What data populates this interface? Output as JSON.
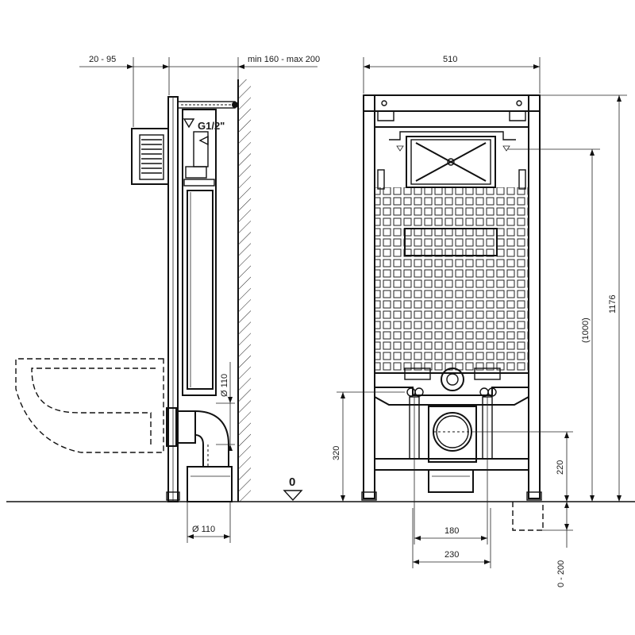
{
  "side_view": {
    "offset_range": "20 - 95",
    "wall_distance": "min 160 - max 200",
    "water_inlet": "G1/2\"",
    "pipe_diameter_vertical": "Ø 110",
    "pipe_diameter_bottom": "Ø 110"
  },
  "front_view": {
    "frame_width": "510",
    "total_height": "1176",
    "reference_height": "(1000)",
    "drain_height": "320",
    "outlet_height": "220",
    "bolt_spacing": "180",
    "outlet_width": "230",
    "leg_adjust": "0 - 200"
  },
  "floor_level": "0"
}
